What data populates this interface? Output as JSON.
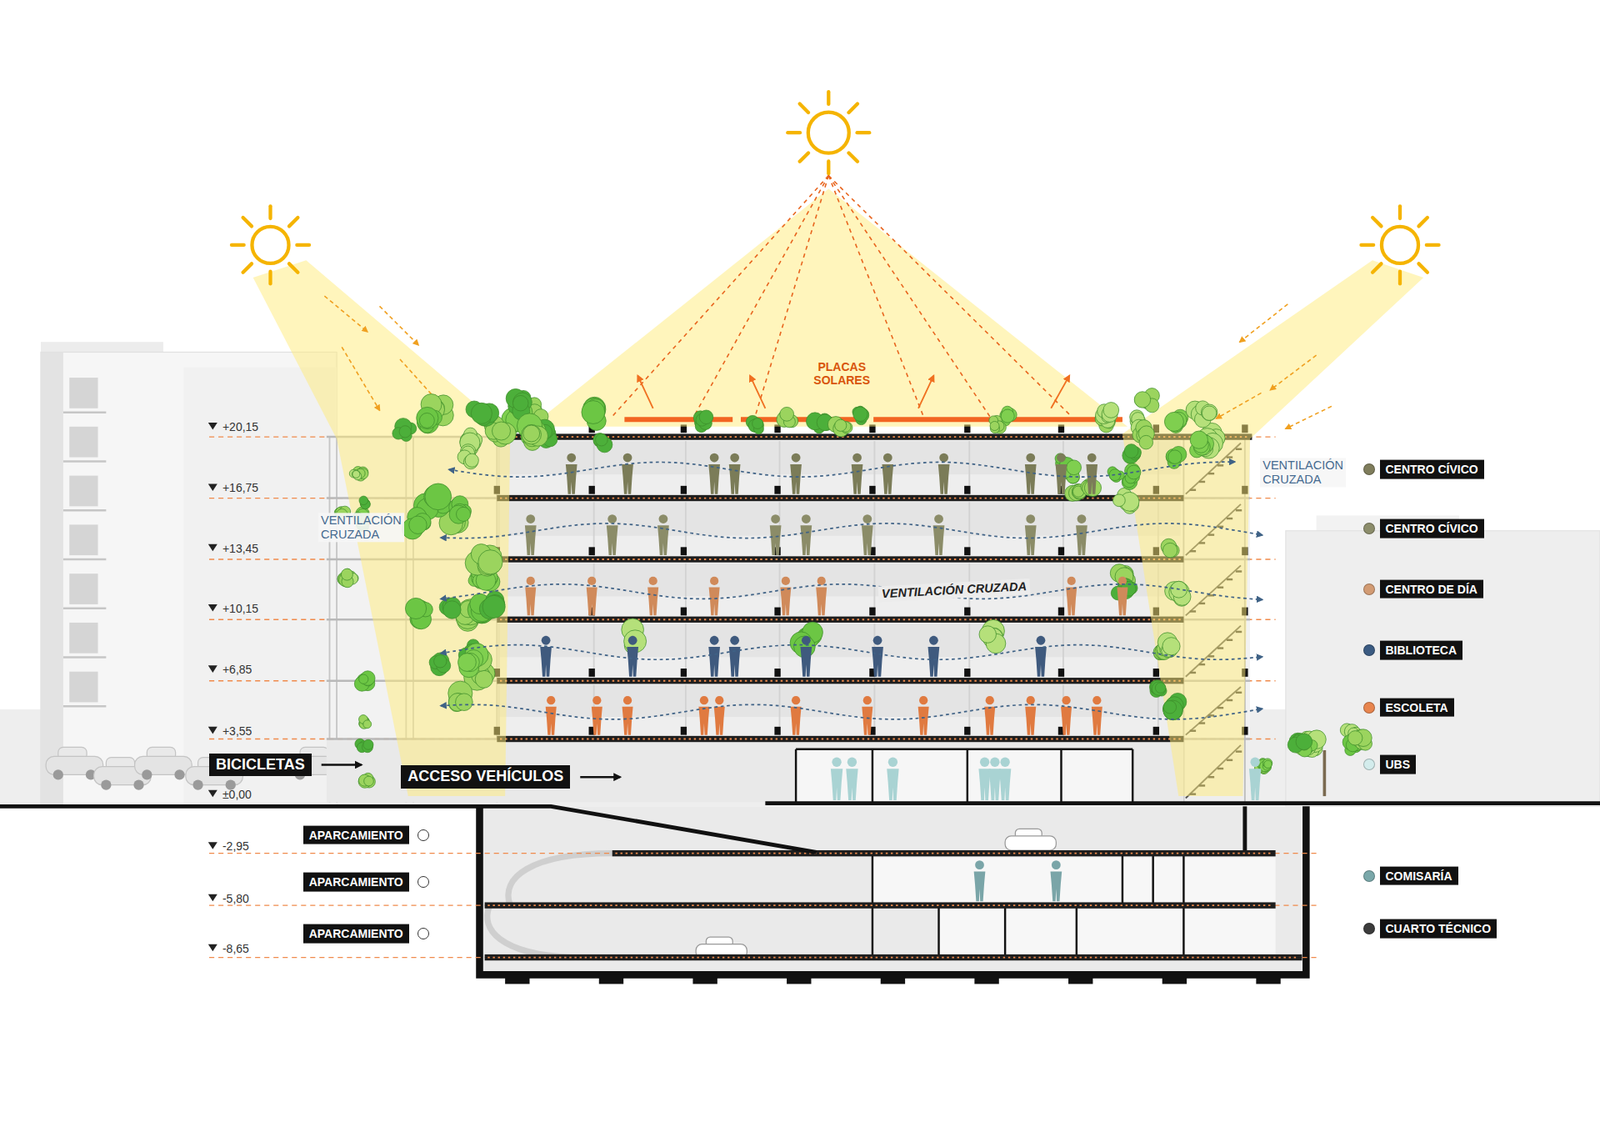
{
  "diagram": {
    "nodes": [
      {
        "text": [
          "BICICLETAS"
        ]
      },
      {
        "text": [
          "ACCESO VEHÍCULOS"
        ]
      }
    ],
    "labels": [
      "PLACAS SOLARES",
      "VENTILACIÓN CRUZADA",
      "VENTILACIÓN CRUZADA",
      "VENTILACIÓN CRUZADA",
      "+20,15",
      "+16,75",
      "+13,45",
      "+10,15",
      "+6,85",
      "+3,55",
      "±0,00",
      "-2,95",
      "-5,80",
      "-8,65"
    ],
    "legend": [
      {
        "text": "CENTRO CÍVICO",
        "color": "#7f7d5c"
      },
      {
        "text": "CENTRO CÍVICO",
        "color": "#8c8d6b"
      },
      {
        "text": "CENTRO DE DÍA",
        "color": "#d29b73"
      },
      {
        "text": "BIBLIOTECA",
        "color": "#3b5b82"
      },
      {
        "text": "ESCOLETA",
        "color": "#e8854e"
      },
      {
        "text": "UBS",
        "color": "#d3ecec"
      },
      {
        "text": "COMISARÍA",
        "color": "#7aa8aa"
      },
      {
        "text": "CUARTO TÉCNICO",
        "color": "#3c3c3c"
      },
      {
        "text": "APARCAMIENTO"
      },
      {
        "text": "APARCAMIENTO"
      },
      {
        "text": "APARCAMIENTO"
      }
    ]
  }
}
